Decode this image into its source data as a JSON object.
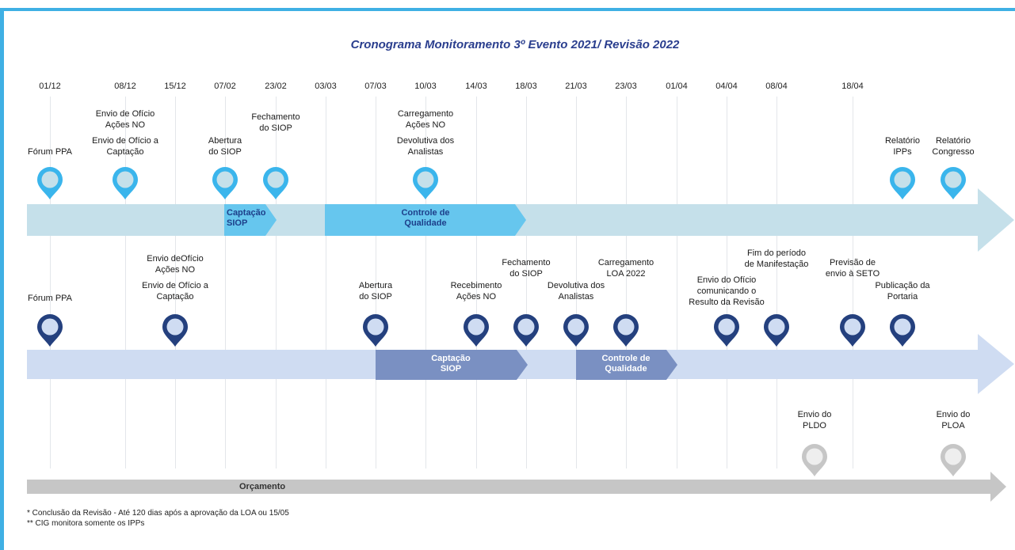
{
  "title": "Cronograma Monitoramento 3º Evento 2021/ Revisão 2022",
  "dates": [
    "01/12",
    "08/12",
    "15/12",
    "07/02",
    "23/02",
    "03/03",
    "07/03",
    "10/03",
    "14/03",
    "18/03",
    "21/03",
    "23/03",
    "01/04",
    "04/04",
    "08/04",
    "18/04"
  ],
  "row1": {
    "events": [
      {
        "id": "forum-ppa-1",
        "lines": [
          "Fórum PPA"
        ]
      },
      {
        "id": "envio-oficio-1",
        "lines": [
          "Envio de Ofício",
          "Ações NO"
        ]
      },
      {
        "id": "envio-captacao-1",
        "lines": [
          "Envio de Ofício a",
          "Captação"
        ]
      },
      {
        "id": "abertura-siop-1",
        "lines": [
          "Abertura",
          "do SIOP"
        ]
      },
      {
        "id": "fechamento-siop-1",
        "lines": [
          "Fechamento",
          "do SIOP"
        ]
      },
      {
        "id": "carregamento-1",
        "lines": [
          "Carregamento",
          "Ações NO"
        ]
      },
      {
        "id": "devolutiva-1",
        "lines": [
          "Devolutiva dos",
          "Analistas"
        ]
      },
      {
        "id": "relatorio-ipps",
        "lines": [
          "Relatório",
          "IPPs"
        ]
      },
      {
        "id": "relatorio-congresso",
        "lines": [
          "Relatório",
          "Congresso"
        ]
      }
    ],
    "segments": [
      {
        "id": "captacao-1",
        "lines": [
          "Captação",
          "SIOP"
        ]
      },
      {
        "id": "controle-1",
        "lines": [
          "Controle de",
          "Qualidade"
        ]
      }
    ]
  },
  "row2": {
    "events": [
      {
        "id": "forum-ppa-2",
        "lines": [
          "Fórum PPA"
        ]
      },
      {
        "id": "envio-oficio-2",
        "lines": [
          "Envio deOfício",
          "Ações NO"
        ]
      },
      {
        "id": "envio-captacao-2",
        "lines": [
          "Envio de Ofício a",
          "Captação"
        ]
      },
      {
        "id": "abertura-siop-2",
        "lines": [
          "Abertura",
          "do SIOP"
        ]
      },
      {
        "id": "recebimento",
        "lines": [
          "Recebimento",
          "Ações NO"
        ]
      },
      {
        "id": "fechamento-siop-2",
        "lines": [
          "Fechamento",
          "do SIOP"
        ]
      },
      {
        "id": "devolutiva-2",
        "lines": [
          "Devolutiva dos",
          "Analistas"
        ]
      },
      {
        "id": "carregamento-loa",
        "lines": [
          "Carregamento",
          "LOA 2022"
        ]
      },
      {
        "id": "envio-oficio-resultado",
        "lines": [
          "Envio do Ofício",
          "comunicando o",
          "Resulto da Revisão"
        ]
      },
      {
        "id": "fim-periodo",
        "lines": [
          "Fim do período",
          "de Manifestação"
        ]
      },
      {
        "id": "previsao-seto",
        "lines": [
          "Previsão de",
          "envio à SETO"
        ]
      },
      {
        "id": "publicacao-portaria",
        "lines": [
          "Publicação da",
          "Portaria"
        ]
      }
    ],
    "segments": [
      {
        "id": "captacao-2",
        "lines": [
          "Captação",
          "SIOP"
        ]
      },
      {
        "id": "controle-2",
        "lines": [
          "Controle de",
          "Qualidade"
        ]
      }
    ]
  },
  "row3": {
    "bar_label": "Orçamento",
    "events": [
      {
        "id": "envio-pldo",
        "lines": [
          "Envio do",
          "PLDO"
        ]
      },
      {
        "id": "envio-ploa",
        "lines": [
          "Envio do",
          "PLOA"
        ]
      }
    ]
  },
  "footnotes": [
    "* Conclusão da Revisão - Até 120 dias após a aprovação da LOA ou 15/05",
    "** CIG monitora somente os IPPs"
  ],
  "colors": {
    "border": "#3fb0e4",
    "title": "#2a3e8e",
    "row1_bar": "#c5e0ea",
    "row1_pin": "#3ab5ec",
    "row1_segment": "#66c6ee",
    "row1_segment_text": "#1d3f8a",
    "row2_bar": "#cfdcf2",
    "row2_pin": "#24407e",
    "row2_segment": "#7a90c2",
    "row3_bar": "#c6c6c6",
    "row3_pin": "#c6c6c6"
  }
}
